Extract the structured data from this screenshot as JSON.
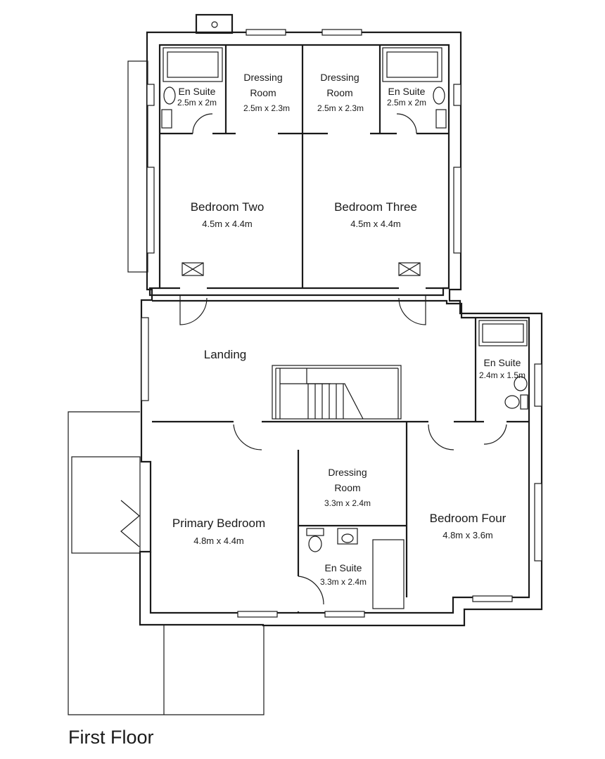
{
  "floor_title": "First Floor",
  "rooms": {
    "en_suite_left": {
      "name": "En Suite",
      "dims": "2.5m x 2m"
    },
    "dressing_left": {
      "name_line1": "Dressing",
      "name_line2": "Room",
      "dims": "2.5m x 2.3m"
    },
    "dressing_right": {
      "name_line1": "Dressing",
      "name_line2": "Room",
      "dims": "2.5m x 2.3m"
    },
    "en_suite_right": {
      "name": "En Suite",
      "dims": "2.5m x 2m"
    },
    "bedroom_two": {
      "name": "Bedroom Two",
      "dims": "4.5m x 4.4m"
    },
    "bedroom_three": {
      "name": "Bedroom Three",
      "dims": "4.5m x 4.4m"
    },
    "landing": {
      "name": "Landing"
    },
    "en_suite_east": {
      "name": "En Suite",
      "dims": "2.4m x 1.5m"
    },
    "dressing_primary": {
      "name_line1": "Dressing",
      "name_line2": "Room",
      "dims": "3.3m x 2.4m"
    },
    "primary_bedroom": {
      "name": "Primary Bedroom",
      "dims": "4.8m x 4.4m"
    },
    "en_suite_primary": {
      "name": "En Suite",
      "dims": "3.3m x 2.4m"
    },
    "bedroom_four": {
      "name": "Bedroom Four",
      "dims": "4.8m x 3.6m"
    }
  }
}
